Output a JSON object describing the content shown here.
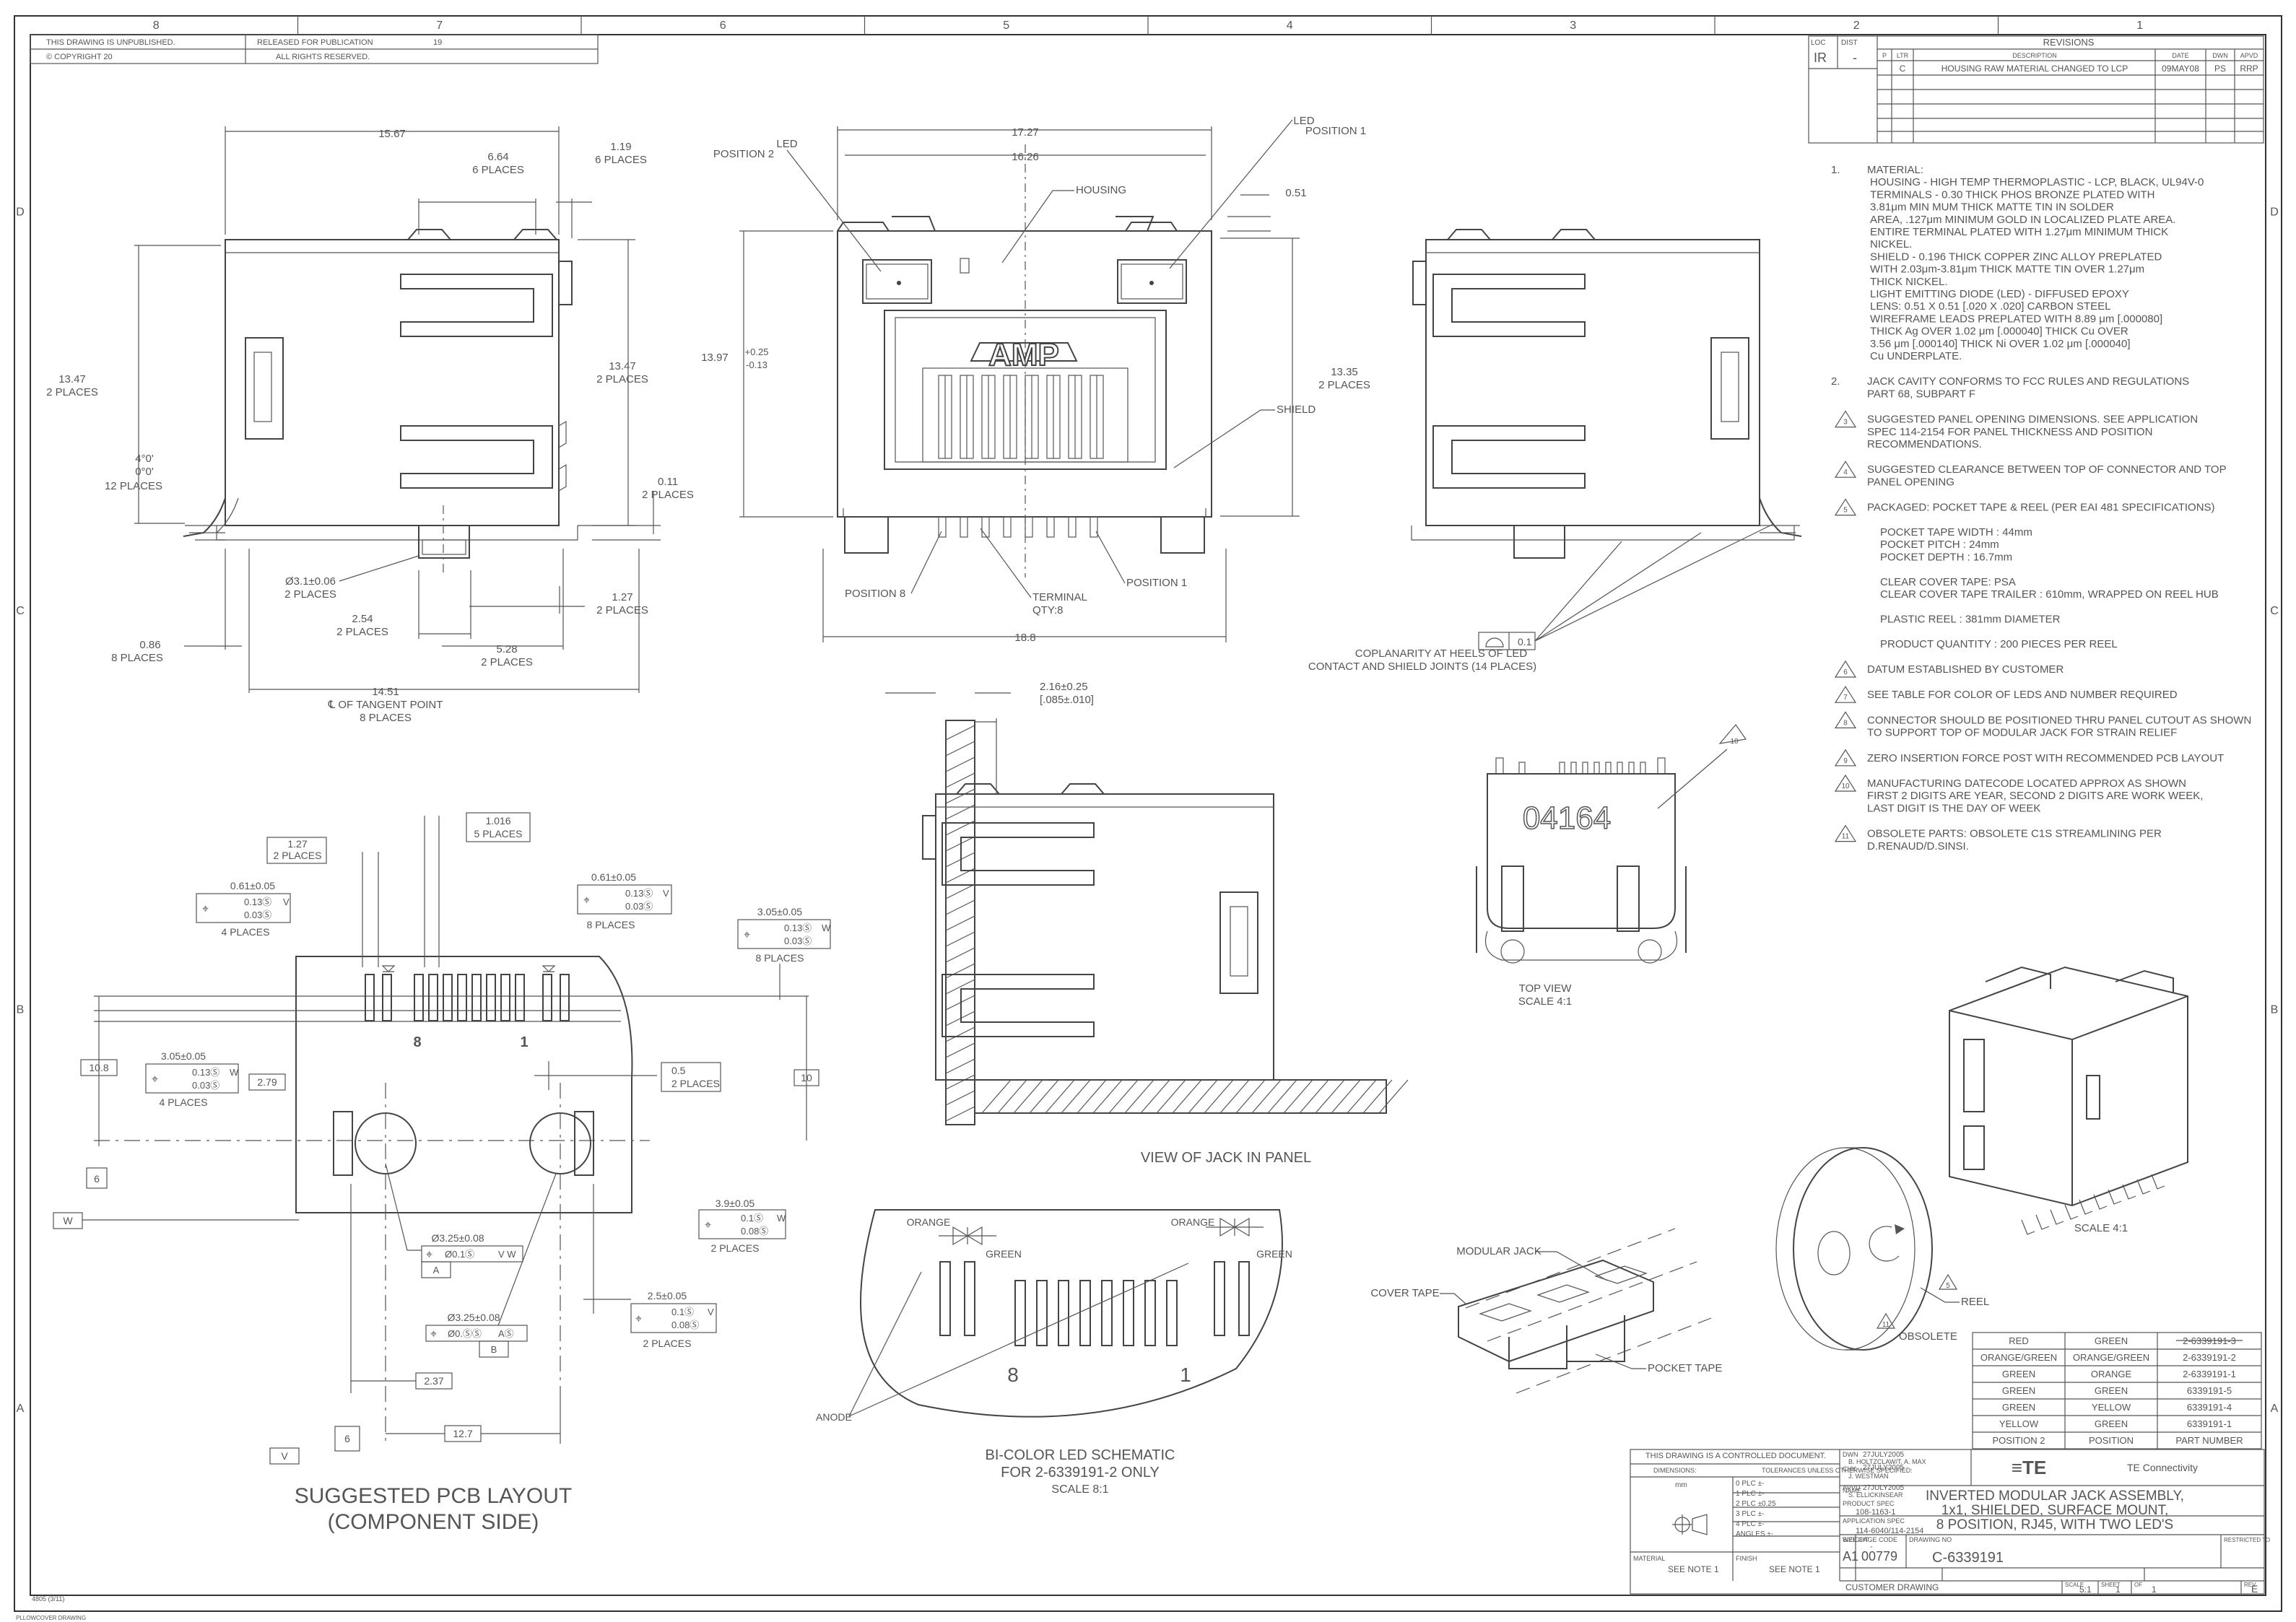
{
  "title_strip": {
    "unpublished": "THIS DRAWING IS UNPUBLISHED.",
    "copyright": "© COPYRIGHT 20",
    "released": "RELEASED FOR PUBLICATION",
    "rights": "ALL RIGHTS RESERVED.",
    "year": "19"
  },
  "zones": {
    "columns": [
      "8",
      "7",
      "6",
      "5",
      "4",
      "3",
      "2",
      "1"
    ],
    "rows": [
      "D",
      "C",
      "B",
      "A"
    ]
  },
  "revisions": {
    "title": "REVISIONS",
    "loc_label": "LOC",
    "loc_value": "IR",
    "dist_label": "DIST",
    "dist_value": "-",
    "headers": [
      "P",
      "LTR",
      "DESCRIPTION",
      "DATE",
      "DWN",
      "APVD"
    ],
    "rows": [
      [
        "",
        "C",
        "HOUSING RAW MATERIAL CHANGED TO LCP",
        "09MAY08",
        "PS",
        "RRP"
      ]
    ]
  },
  "notes": [
    {
      "num": "1.",
      "lines": [
        "MATERIAL:",
        "HOUSING - HIGH TEMP THERMOPLASTIC - LCP, BLACK, UL94V-0",
        "TERMINALS - 0.30 THICK PHOS BRONZE PLATED WITH",
        "3.81μm MIN MUM THICK MATTE TIN IN SOLDER",
        "AREA, .127μm MINIMUM GOLD IN LOCALIZED PLATE AREA.",
        "ENTIRE TERMINAL PLATED WITH 1.27μm MINIMUM THICK",
        "NICKEL.",
        "SHIELD - 0.196 THICK COPPER ZINC ALLOY PREPLATED",
        "WITH 2.03μm-3.81μm THICK MATTE TIN OVER 1.27μm",
        "THICK NICKEL.",
        "LIGHT EMITTING DIODE (LED) - DIFFUSED EPOXY",
        "LENS: 0.51 X 0.51 [.020 X .020] CARBON STEEL",
        "WIREFRAME LEADS PREPLATED WITH 8.89 μm [.000080]",
        "THICK Ag OVER 1.02 μm [.000040] THICK Cu OVER",
        "3.56 μm [.000140] THICK Ni  OVER 1.02 μm [.000040]",
        "Cu UNDERPLATE."
      ]
    },
    {
      "num": "2.",
      "lines": [
        "JACK CAVITY CONFORMS TO FCC RULES AND REGULATIONS",
        "PART 68, SUBPART F"
      ]
    },
    {
      "num": "3",
      "lines": [
        "SUGGESTED PANEL OPENING DIMENSIONS.  SEE APPLICATION",
        "SPEC 114-2154 FOR PANEL THICKNESS AND POSITION",
        "RECOMMENDATIONS."
      ]
    },
    {
      "num": "4",
      "lines": [
        "SUGGESTED CLEARANCE BETWEEN TOP OF CONNECTOR AND TOP",
        "PANEL OPENING"
      ]
    },
    {
      "num": "5",
      "lines": [
        "PACKAGED:  POCKET TAPE & REEL (PER EAI 481 SPECIFICATIONS)",
        "",
        "POCKET TAPE WIDTH : 44mm",
        "POCKET PITCH : 24mm",
        "POCKET DEPTH : 16.7mm",
        "",
        "CLEAR COVER TAPE: PSA",
        "CLEAR COVER TAPE TRAILER : 610mm, WRAPPED ON REEL HUB",
        "",
        "PLASTIC REEL : 381mm DIAMETER",
        "",
        "PRODUCT QUANTITY : 200 PIECES PER REEL"
      ]
    },
    {
      "num": "6",
      "lines": [
        "DATUM ESTABLISHED BY CUSTOMER"
      ]
    },
    {
      "num": "7",
      "lines": [
        "SEE TABLE FOR COLOR OF LEDS AND NUMBER REQUIRED"
      ]
    },
    {
      "num": "8",
      "lines": [
        "CONNECTOR SHOULD BE POSITIONED THRU PANEL CUTOUT AS SHOWN",
        "TO SUPPORT TOP OF MODULAR JACK FOR STRAIN RELIEF"
      ]
    },
    {
      "num": "9",
      "lines": [
        "ZERO INSERTION FORCE POST WITH RECOMMENDED PCB LAYOUT"
      ]
    },
    {
      "num": "10",
      "lines": [
        "MANUFACTURING DATECODE LOCATED APPROX AS SHOWN",
        "FIRST 2 DIGITS ARE YEAR, SECOND 2 DIGITS ARE WORK WEEK,",
        "LAST DIGIT IS THE DAY OF WEEK"
      ]
    },
    {
      "num": "11",
      "lines": [
        "OBSOLETE PARTS: OBSOLETE C1S STREAMLINING PER",
        "D.RENAUD/D.SINSI."
      ]
    }
  ],
  "views": {
    "top_view": "TOP VIEW",
    "top_scale": "SCALE  4:1",
    "iso_scale": "SCALE  4:1",
    "panel_view": "VIEW OF JACK IN PANEL",
    "pcb_title_1": "SUGGESTED PCB LAYOUT",
    "pcb_title_2": "(COMPONENT SIDE)",
    "schematic_title_1": "BI-COLOR LED SCHEMATIC",
    "schematic_title_2": "FOR 2-6339191-2 ONLY",
    "schematic_scale": "SCALE  8:1",
    "amp_logo": "AMP",
    "datecode": "04164"
  },
  "labels": {
    "led_pos2": [
      "LED",
      "POSITION 2"
    ],
    "led_pos1": [
      "LED",
      "POSITION 1"
    ],
    "housing": "HOUSING",
    "shield": "SHIELD",
    "position8": "POSITION 8",
    "position1": "POSITION 1",
    "terminal": [
      "TERMINAL",
      "QTY:8"
    ],
    "coplanarity": [
      "COPLANARITY AT HEELS OF LED",
      "CONTACT AND SHIELD JOINTS (14 PLACES)"
    ],
    "coplanarity_value": "0.1",
    "modular_jack": "MODULAR JACK",
    "cover_tape": "COVER TAPE",
    "pocket_tape": "POCKET TAPE",
    "reel": "REEL",
    "anode": "ANODE",
    "orange_left": "ORANGE",
    "green_left": "GREEN",
    "orange_right": "ORANGE",
    "green_right": "GREEN",
    "pin8": "8",
    "pin1": "1",
    "pcb_pin8": "8",
    "pcb_pin1": "1"
  },
  "dims": {
    "d1567": "15.67",
    "d664": "6.64",
    "d664_pl": "6 PLACES",
    "d119": "1.19",
    "d119_pl": "6 PLACES",
    "d347": "13.47",
    "d347_pl": "2 PLACES",
    "d1347": "13.47",
    "d1347_pl": "2 PLACES",
    "dang1": "4°0'",
    "dang2": "0°0'",
    "dang_pl": "12 PLACES",
    "d011": "0.11",
    "d011_pl": "2 PLACES",
    "d31": "Ø3.1±0.06",
    "d31_pl": "2 PLACES",
    "d254": "2.54",
    "d254_pl": "2 PLACES",
    "d127": "1.27",
    "d127_pl": "2 PLACES",
    "d086": "0.86",
    "d086_pl": "8 PLACES",
    "d528": "5.28",
    "d528_pl": "2 PLACES",
    "d1451": "14.51",
    "d1451_a": "℄ OF TANGENT POINT",
    "d1451_pl": "8 PLACES",
    "d1727": "17.27",
    "d1626": "16.26",
    "d051": "0.51",
    "d1397": "13.97",
    "d1397_tol1": "+0.25",
    "d1397_tol2": "-0.13",
    "d1335": "13.35",
    "d1335_pl": "2 PLACES",
    "d188": "18.8",
    "d216": "2.16±0.25",
    "d216_in": "[.085±.010]",
    "p127": "1.27",
    "p127_pl": "2 PLACES",
    "p106": "1.016",
    "p106_pl": "5 PLACES",
    "p061a": "0.61±0.05",
    "p061a_t1": "0.13Ⓢ",
    "p061a_t2": "0.03Ⓢ",
    "p061a_pl": "4  PLACES",
    "p061a_ref": "V",
    "p061b": "0.61±0.05",
    "p061b_t1": "0.13Ⓢ",
    "p061b_t2": "0.03Ⓢ",
    "p061b_pl": "8 PLACES",
    "p061b_ref": "V",
    "p305a": "3.05±0.05",
    "p305a_t1": "0.13Ⓢ",
    "p305a_t2": "0.03Ⓢ",
    "p305a_pl": "8 PLACES",
    "p305a_ref": "W",
    "p305b": "3.05±0.05",
    "p305b_t1": "0.13Ⓢ",
    "p305b_t2": "0.03Ⓢ",
    "p305b_pl": "4  PLACES",
    "p305b_ref": "W",
    "p108": "10.8",
    "p279": "2.79",
    "p05": "0.5",
    "p05_pl": "2 PLACES",
    "p10": "10",
    "p39": "3.9±0.05",
    "p39_t1": "0.1Ⓢ",
    "p39_t2": "0.08Ⓢ",
    "p39_pl": "2 PLACES",
    "p39_ref": "W",
    "p325a": "Ø3.25±0.08",
    "p325a_t": "Ø0.1Ⓢ",
    "p325a_ref": "V W",
    "p325a_d": "A",
    "p325b": "Ø3.25±0.08",
    "p325b_t": "Ø0.ⓈⓈ",
    "p325b_ref": "AⓈ",
    "p325b_d": "B",
    "p25": "2.5±0.05",
    "p25_t1": "0.1Ⓢ",
    "p25_t2": "0.08Ⓢ",
    "p25_pl": "2 PLACES",
    "p25_ref": "V",
    "p237": "2.37",
    "p127b": "12.7",
    "datum_w": "W",
    "datum_v": "V"
  },
  "obsolete_table": {
    "label": "OBSOLETE",
    "rows": [
      [
        "RED",
        "GREEN",
        "2-6339191-3"
      ],
      [
        "ORANGE/GREEN",
        "ORANGE/GREEN",
        "2-6339191-2"
      ],
      [
        "GREEN",
        "ORANGE",
        "2-6339191-1"
      ],
      [
        "GREEN",
        "GREEN",
        "6339191-5"
      ],
      [
        "GREEN",
        "YELLOW",
        "6339191-4"
      ],
      [
        "YELLOW",
        "GREEN",
        "6339191-1"
      ],
      [
        "POSITION 2",
        "POSITION",
        "PART NUMBER"
      ]
    ]
  },
  "title_block": {
    "controlled": "THIS DRAWING IS A CONTROLLED DOCUMENT.",
    "dimensions": "DIMENSIONS:",
    "mm": "mm",
    "tolerances": "TOLERANCES UNLESS OTHERWISE SPECIFIED:",
    "tol_lines": [
      "0 PLC    ±-",
      "1 PLC    ±-",
      "2 PLC    ±0.25",
      "3 PLC    ±-",
      "4 PLC    ±-",
      "ANGLES  ±-"
    ],
    "dwn_label": "DWN",
    "dwn_date": "27JULY2005",
    "dwn_name": "B. HOLTZCLAW/T. A. MAX",
    "chk_label": "CHK",
    "chk_date": "27JULY2005",
    "chk_name": "J. WESTMAN",
    "appvd_label": "APVD",
    "appvd_date": "27JULY2005",
    "appvd_name": "S. ELLICKINSEAR",
    "product_spec_label": "PRODUCT SPEC",
    "product_spec": "108-1163-1",
    "app_spec_label": "APPLICATION SPEC",
    "app_spec": "114-6040/114-2154",
    "weight_label": "WEIGHT",
    "weight": "-",
    "material_label": "MATERIAL",
    "material": "SEE NOTE 1",
    "finish_label": "FINISH",
    "finish": "SEE NOTE 1",
    "company": "TE Connectivity",
    "logo": "≡TE",
    "name_label": "NAME",
    "name_lines": [
      "INVERTED MODULAR JACK ASSEMBLY,",
      "1x1, SHIELDED, SURFACE MOUNT,",
      "8 POSITION, RJ45, WITH TWO LED'S"
    ],
    "size_label": "SIZE",
    "size": "A1",
    "cage_label": "CAGE CODE",
    "cage": "00779",
    "dwg_label": "DRAWING NO",
    "dwg": "C-6339191",
    "restricted_label": "RESTRICTED TO",
    "customer": "CUSTOMER DRAWING",
    "scale_label": "SCALE",
    "scale": "5:1",
    "sheet_label": "SHEET",
    "sheet": "1",
    "of_label": "OF",
    "of": "1",
    "rev_label": "REV",
    "rev": "E"
  },
  "bottom_left": [
    "4805 (3/11)",
    "PLLOWCOVER DRAWING"
  ]
}
